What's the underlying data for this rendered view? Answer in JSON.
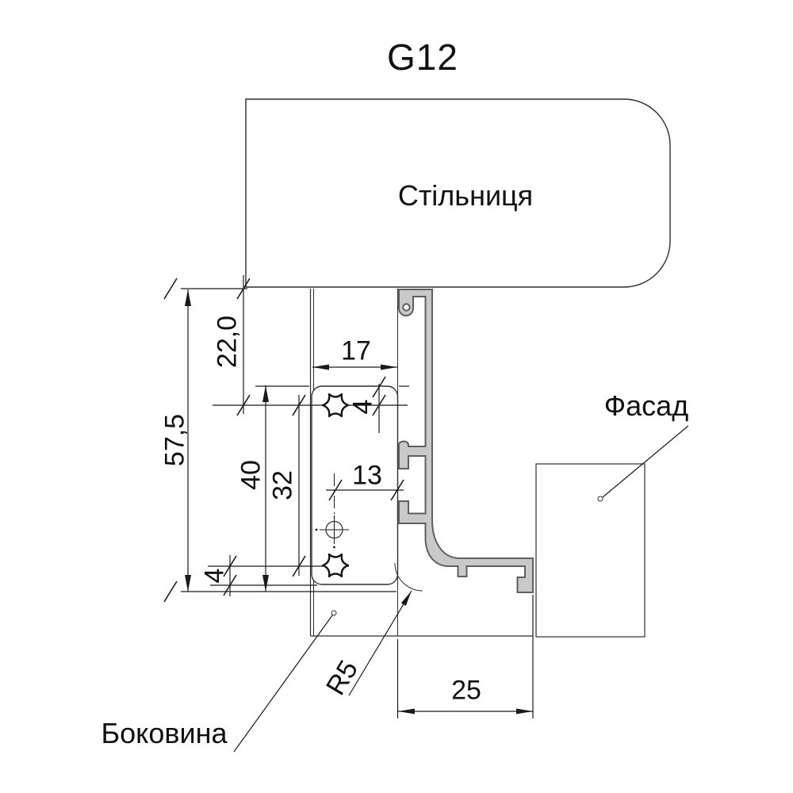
{
  "title": "G12",
  "labels": {
    "countertop": "Стільниця",
    "facade": "Фасад",
    "side_panel": "Боковина"
  },
  "dimensions": {
    "total_height": "57,5",
    "countertop_to_first_screw": "22,0",
    "bracket_height": "40",
    "screw_spacing": "32",
    "screw_offset_top": "4",
    "screw_offset_bottom": "4",
    "bracket_width": "17",
    "hole_to_profile": "13",
    "bottom_depth": "25",
    "fillet_radius": "R5"
  },
  "colors": {
    "background": "#ffffff",
    "line": "#2e2e2e",
    "dimension": "#1a1a1a",
    "profile_fill": "#c9c9c9",
    "profile_stroke": "#5f5f5f"
  }
}
